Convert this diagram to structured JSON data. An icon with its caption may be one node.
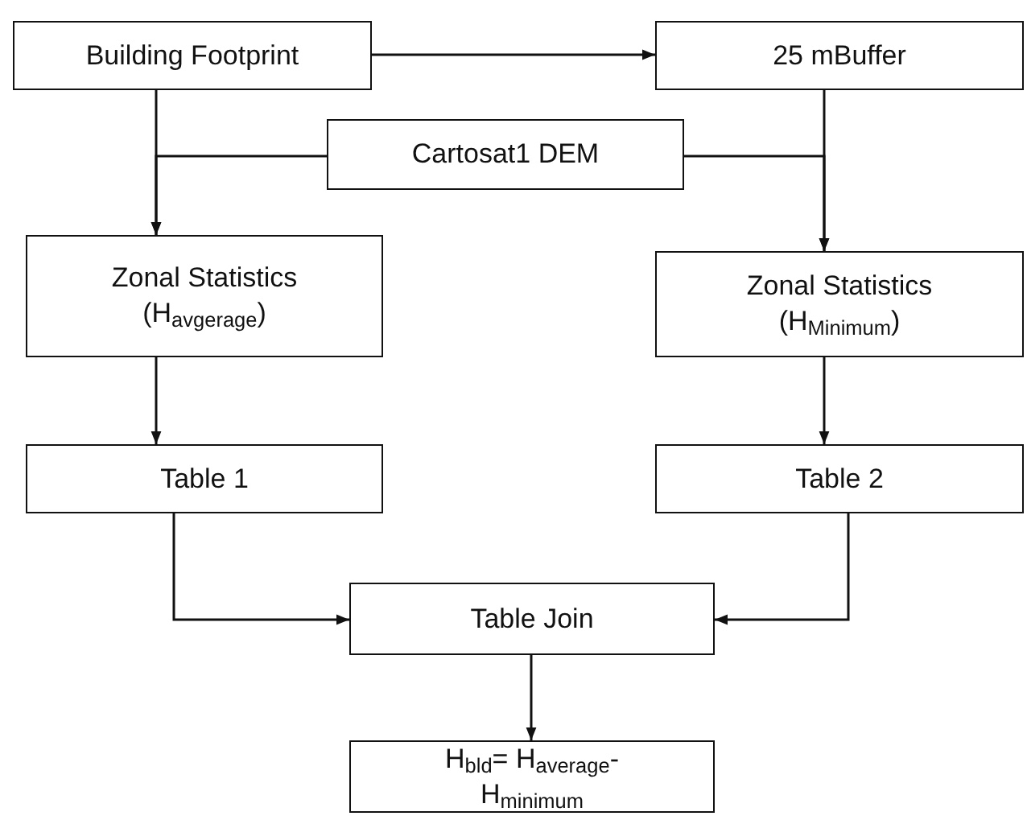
{
  "diagram": {
    "nodes": [
      {
        "text": [
          "Building Footprint"
        ]
      },
      {
        "text": [
          "25 mBuffer"
        ]
      },
      {
        "text": [
          "Cartosat1 DEM"
        ]
      },
      {
        "text": [
          "Zonal Statistics (H$_{avgerage}$)"
        ]
      },
      {
        "text": [
          "Zonal Statistics (H$_{Minimum}$)"
        ]
      },
      {
        "text": [
          "Table 1"
        ]
      },
      {
        "text": [
          "Table 2"
        ]
      },
      {
        "text": [
          "Table Join"
        ]
      },
      {
        "text": [
          "H$_{bld}$= H$_{average}$-H$_{minimum}$"
        ]
      }
    ],
    "edges": [
      {
        "from": 0,
        "to": 1,
        "arrow": "to"
      },
      {
        "from": 0,
        "to": 3,
        "arrow": "to"
      },
      {
        "from": 2,
        "to": 3,
        "arrow": "to"
      },
      {
        "from": 1,
        "to": 4,
        "arrow": "to"
      },
      {
        "from": 2,
        "to": 4,
        "arrow": "to"
      },
      {
        "from": 3,
        "to": 5,
        "arrow": "to"
      },
      {
        "from": 4,
        "to": 6,
        "arrow": "to"
      },
      {
        "from": 5,
        "to": 7,
        "arrow": "to"
      },
      {
        "from": 6,
        "to": 7,
        "arrow": "to"
      },
      {
        "from": 7,
        "to": 8,
        "arrow": "to"
      }
    ]
  }
}
